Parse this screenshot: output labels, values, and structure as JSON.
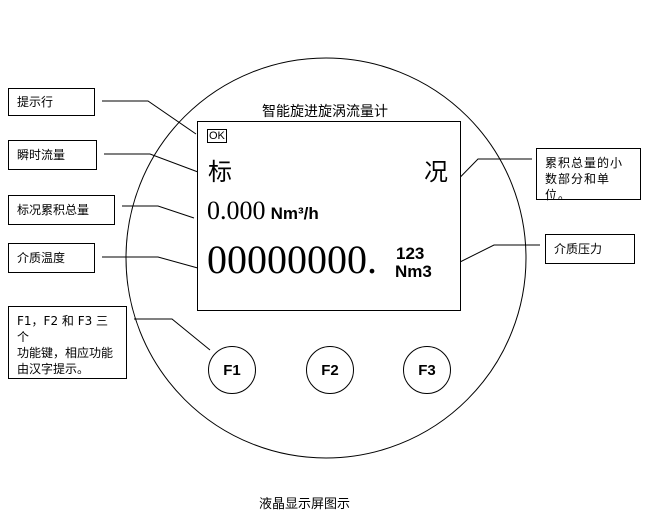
{
  "device_title": "智能旋进旋涡流量计",
  "caption": "液晶显示屏图示",
  "callouts": {
    "tip_row": "提示行",
    "instant_flow": "瞬时流量",
    "std_total": "标况累积总量",
    "medium_temp": "介质温度",
    "fkeys": [
      "F1，F2 和 F3 三个",
      "功能键，相应功能",
      "由汉字提示。"
    ],
    "decimal_part": [
      "累积总量的小",
      "数部分和单位。"
    ],
    "medium_pressure": "介质压力"
  },
  "lcd": {
    "ok": "OK",
    "left_char": "标",
    "right_char": "况",
    "rate_value": "0.000",
    "rate_unit": "Nm³/h",
    "total_int": "00000000.",
    "total_frac": "123",
    "total_unit": "Nm3"
  },
  "keys": [
    "F1",
    "F2",
    "F3"
  ]
}
